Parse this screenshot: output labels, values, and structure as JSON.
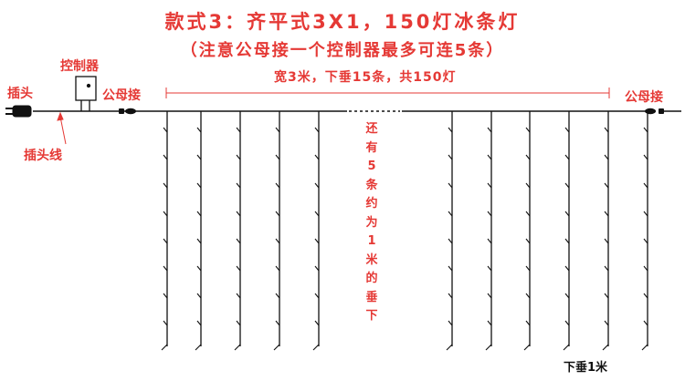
{
  "title": "款式3：齐平式3X1，150灯冰条灯",
  "note": "（注意公母接一个控制器最多可连5条）",
  "spec": "宽3米，下垂15条，共150灯",
  "labels": {
    "plug": "插头",
    "controller": "控制器",
    "connector_left": "公母接",
    "connector_right": "公母接",
    "plug_cable": "插头线",
    "drop_length": "下垂1米"
  },
  "vertical_note": [
    "还",
    "有",
    "5",
    "条",
    "约",
    "为",
    "1",
    "米",
    "的",
    "垂",
    "下"
  ],
  "colors": {
    "annotation": "#e53935",
    "wire": "#111111"
  }
}
